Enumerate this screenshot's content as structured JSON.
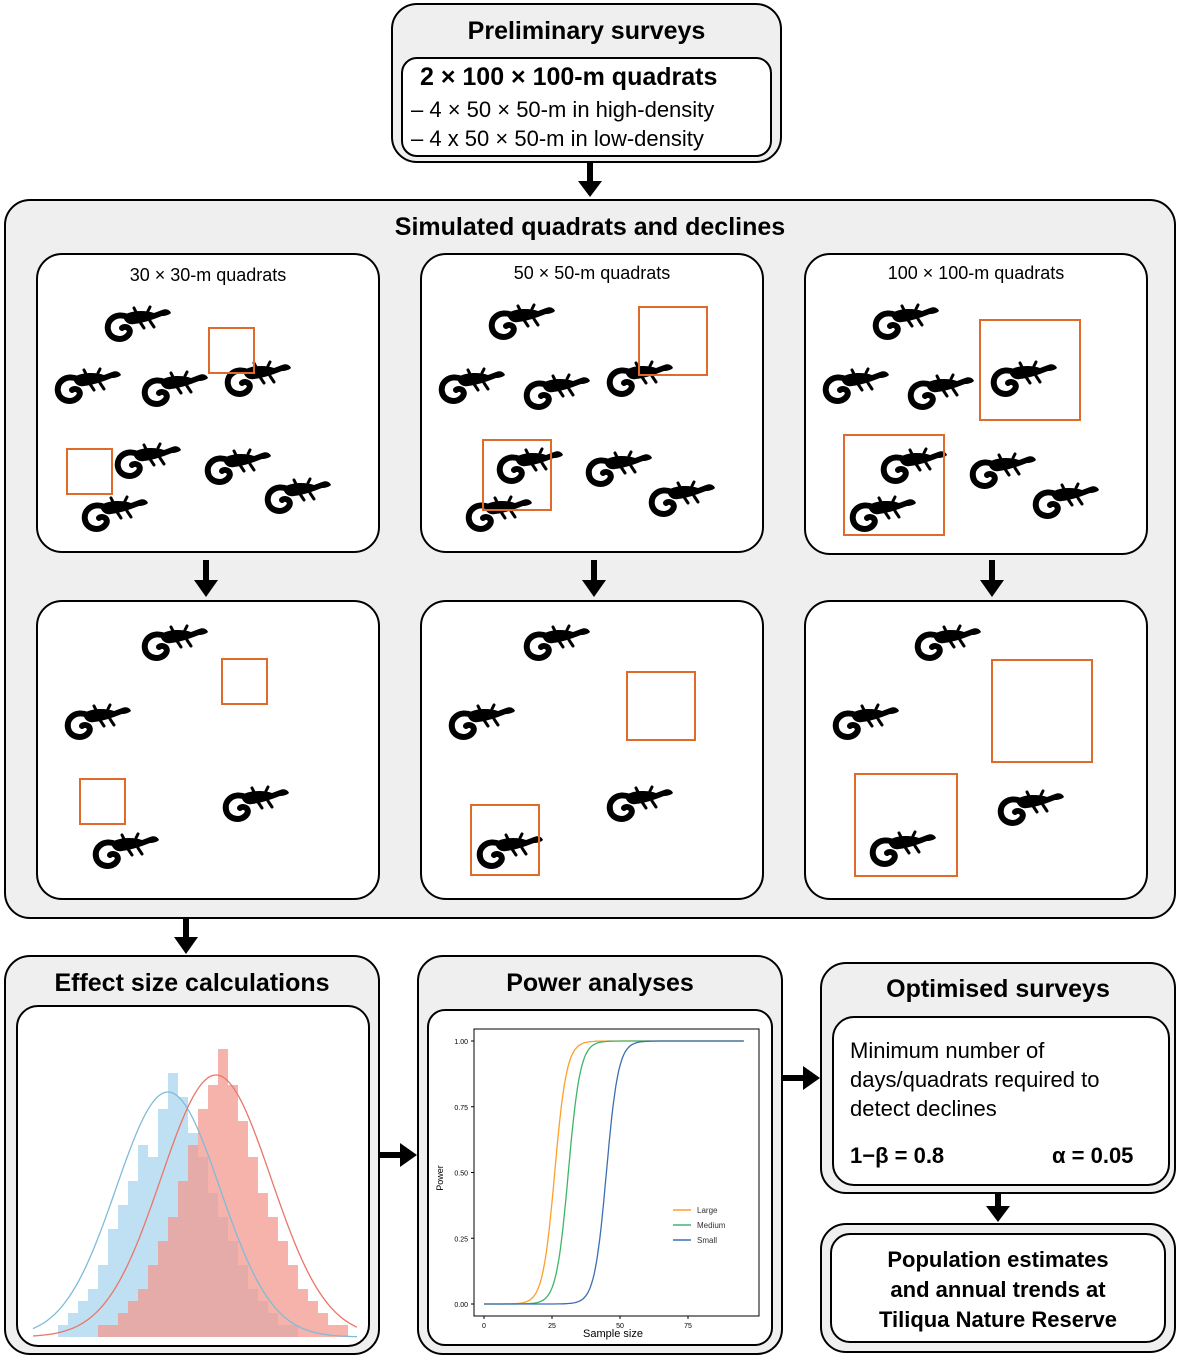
{
  "preliminary": {
    "title": "Preliminary surveys",
    "main": "2 × 100 × 100-m quadrats",
    "line1": "– 4 × 50 × 50-m in high-density",
    "line2": "– 4 x 50 × 50-m in low-density"
  },
  "simulated": {
    "title": "Simulated quadrats and declines",
    "panels": [
      "30 × 30-m quadrats",
      "50 × 50-m quadrats",
      "100 × 100-m quadrats"
    ]
  },
  "effect": {
    "title": "Effect size calculations"
  },
  "power": {
    "title": "Power analyses",
    "xlabel": "Sample size",
    "ylabel": "Power",
    "xticks": [
      "0",
      "25",
      "50",
      "75"
    ],
    "yticks": [
      "0.00",
      "0.25",
      "0.50",
      "0.75",
      "1.00"
    ],
    "legend": [
      "Large",
      "Medium",
      "Small"
    ],
    "colors": {
      "Large": "#ff9e2a",
      "Medium": "#3fb56a",
      "Small": "#3d6fb0"
    }
  },
  "optimised": {
    "title": "Optimised surveys",
    "desc1": "Minimum number of",
    "desc2": "days/quadrats required to",
    "desc3": "detect declines",
    "power_label": "1−β = 0.8",
    "alpha_label": "α = 0.05"
  },
  "population": {
    "line1": "Population estimates",
    "line2": "and annual trends at",
    "line3": "Tiliqua Nature Reserve"
  },
  "chart_data": {
    "type": "line",
    "title": "",
    "xlabel": "Sample size",
    "ylabel": "Power",
    "xlim": [
      0,
      100
    ],
    "ylim": [
      0,
      1
    ],
    "legend_position": "center-right",
    "series": [
      {
        "name": "Large",
        "midpoint": 26,
        "x": [
          0,
          15,
          20,
          24,
          26,
          28,
          32,
          38,
          100
        ],
        "values": [
          0.0,
          0.01,
          0.12,
          0.38,
          0.5,
          0.62,
          0.88,
          1.0,
          1.0
        ]
      },
      {
        "name": "Medium",
        "midpoint": 31,
        "x": [
          0,
          20,
          25,
          29,
          31,
          33,
          37,
          44,
          100
        ],
        "values": [
          0.0,
          0.01,
          0.12,
          0.38,
          0.5,
          0.62,
          0.88,
          1.0,
          1.0
        ]
      },
      {
        "name": "Small",
        "midpoint": 45,
        "x": [
          0,
          34,
          39,
          43,
          45,
          47,
          51,
          58,
          100
        ],
        "values": [
          0.0,
          0.01,
          0.12,
          0.38,
          0.5,
          0.62,
          0.88,
          1.0,
          1.0
        ]
      }
    ]
  }
}
